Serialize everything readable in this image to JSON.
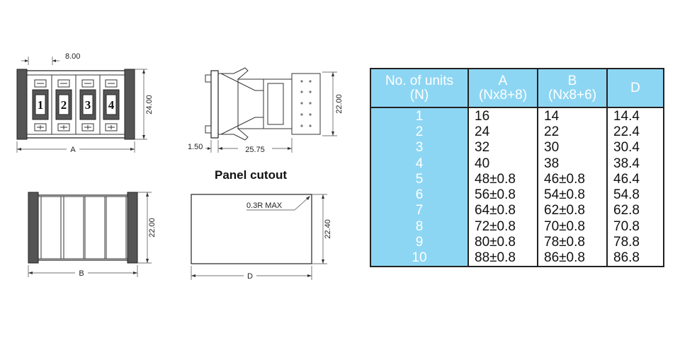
{
  "drawing": {
    "dim_pitch": "8.00",
    "dim_height": "24.00",
    "dim_a": "A",
    "dim_depth_height": "22.00",
    "dim_depth_left": "1.50",
    "dim_depth": "25.75",
    "panel_title": "Panel cutout",
    "dim_bottom_height": "22.00",
    "dim_b": "B",
    "corner_note": "0.3R  MAX",
    "cutout_height": "22.40",
    "dim_d": "D",
    "digits": [
      "1",
      "2",
      "3",
      "4"
    ]
  },
  "table": {
    "headers": [
      {
        "line1": "No. of units",
        "line2": "(N)"
      },
      {
        "line1": "A",
        "line2": "(Nx8+8)"
      },
      {
        "line1": "B",
        "line2": "(Nx8+6)"
      },
      {
        "line1": "D",
        "line2": ""
      }
    ],
    "rows": [
      [
        "1",
        "16",
        "14",
        "14.4"
      ],
      [
        "2",
        "24",
        "22",
        "22.4"
      ],
      [
        "3",
        "32",
        "30",
        "30.4"
      ],
      [
        "4",
        "40",
        "38",
        "38.4"
      ],
      [
        "5",
        "48±0.8",
        "46±0.8",
        "46.4"
      ],
      [
        "6",
        "56±0.8",
        "54±0.8",
        "54.8"
      ],
      [
        "7",
        "64±0.8",
        "62±0.8",
        "62.8"
      ],
      [
        "8",
        "72±0.8",
        "70±0.8",
        "70.8"
      ],
      [
        "9",
        "80±0.8",
        "78±0.8",
        "78.8"
      ],
      [
        "10",
        "88±0.8",
        "86±0.8",
        "86.8"
      ]
    ]
  }
}
